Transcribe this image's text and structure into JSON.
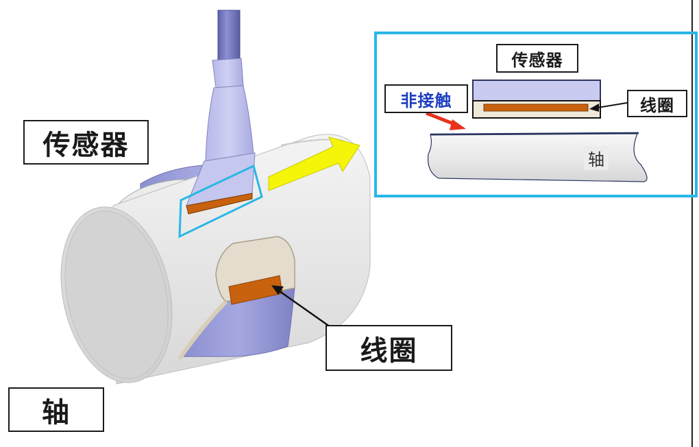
{
  "labels": {
    "sensor_main": "传感器",
    "coil_main": "线圈",
    "shaft_main": "轴",
    "sensor_inset": "传感器",
    "non_contact_inset": "非接触",
    "coil_inset": "线圈",
    "shaft_inset": "轴"
  },
  "colors": {
    "inset_border": "#29b6e6",
    "arrow_yellow": "#f5f50a",
    "red_arrow": "#e8321e",
    "coil_orange": "#c8620e",
    "sensor_lavender": "#c9cbf0",
    "non_contact_text": "#1c3fbf"
  }
}
